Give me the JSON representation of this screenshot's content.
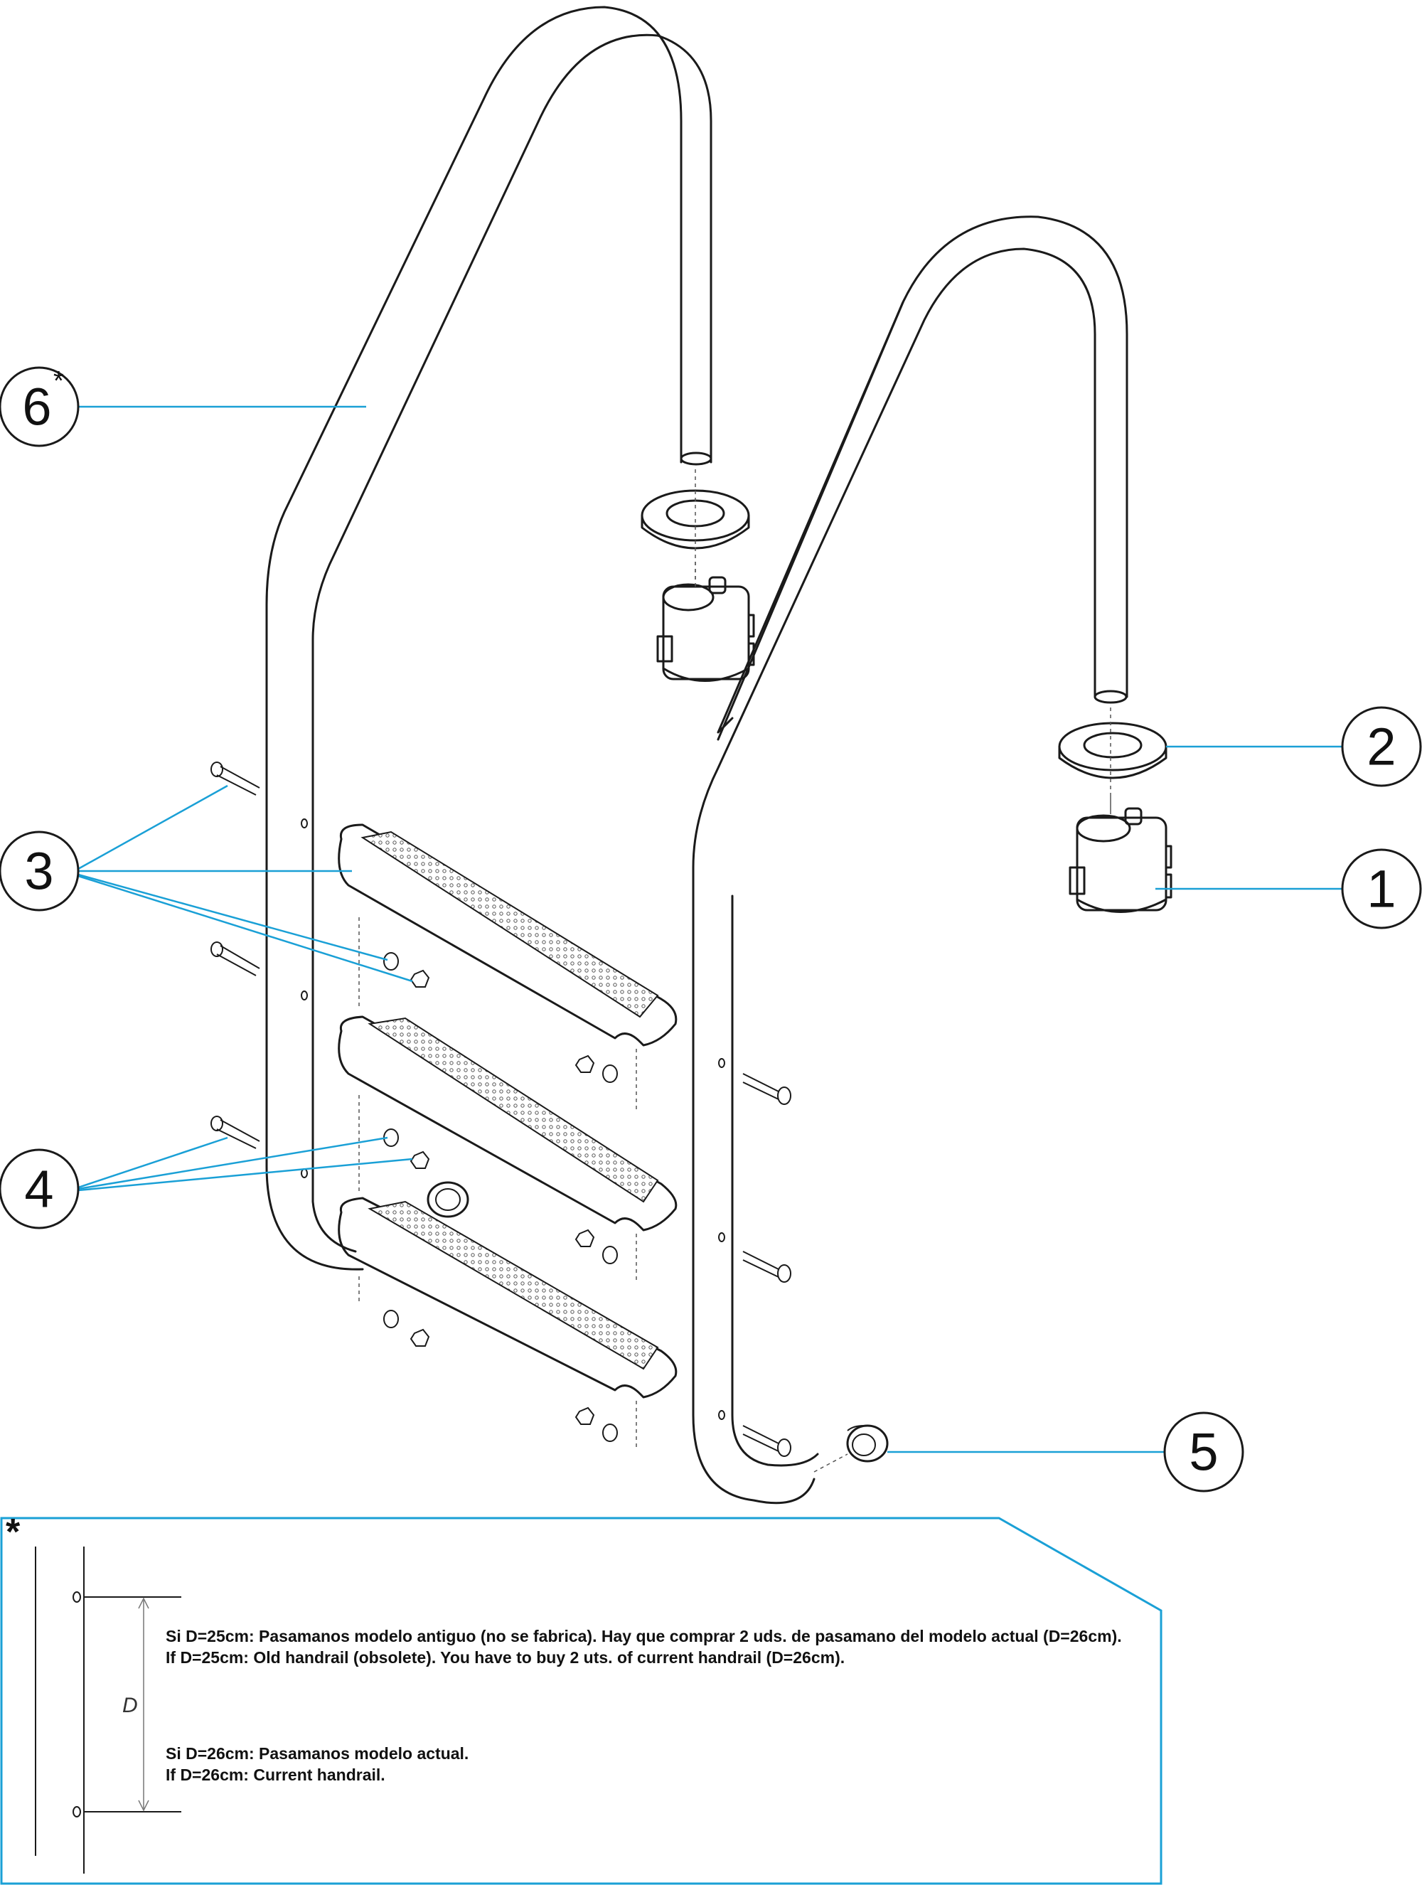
{
  "callouts": {
    "c1": "1",
    "c2": "2",
    "c3": "3",
    "c4": "4",
    "c5": "5",
    "c6": "6",
    "c6_sup": "*"
  },
  "note": {
    "asterisk": "*",
    "dimension_label": "D",
    "es_line_1": "Si D=25cm: Pasamanos modelo antiguo (no se fabrica). Hay que comprar 2 uds. de pasamano del modelo actual (D=26cm).",
    "en_line_1": "If D=25cm: Old handrail (obsolete). You have to buy 2 uts. of current handrail (D=26cm).",
    "es_line_2": "Si D=26cm: Pasamanos modelo actual.",
    "en_line_2": "If D=26cm: Current handrail."
  },
  "colors": {
    "leader": "#1aa0d6",
    "outline": "#1a1a1a",
    "background": "#ffffff"
  }
}
